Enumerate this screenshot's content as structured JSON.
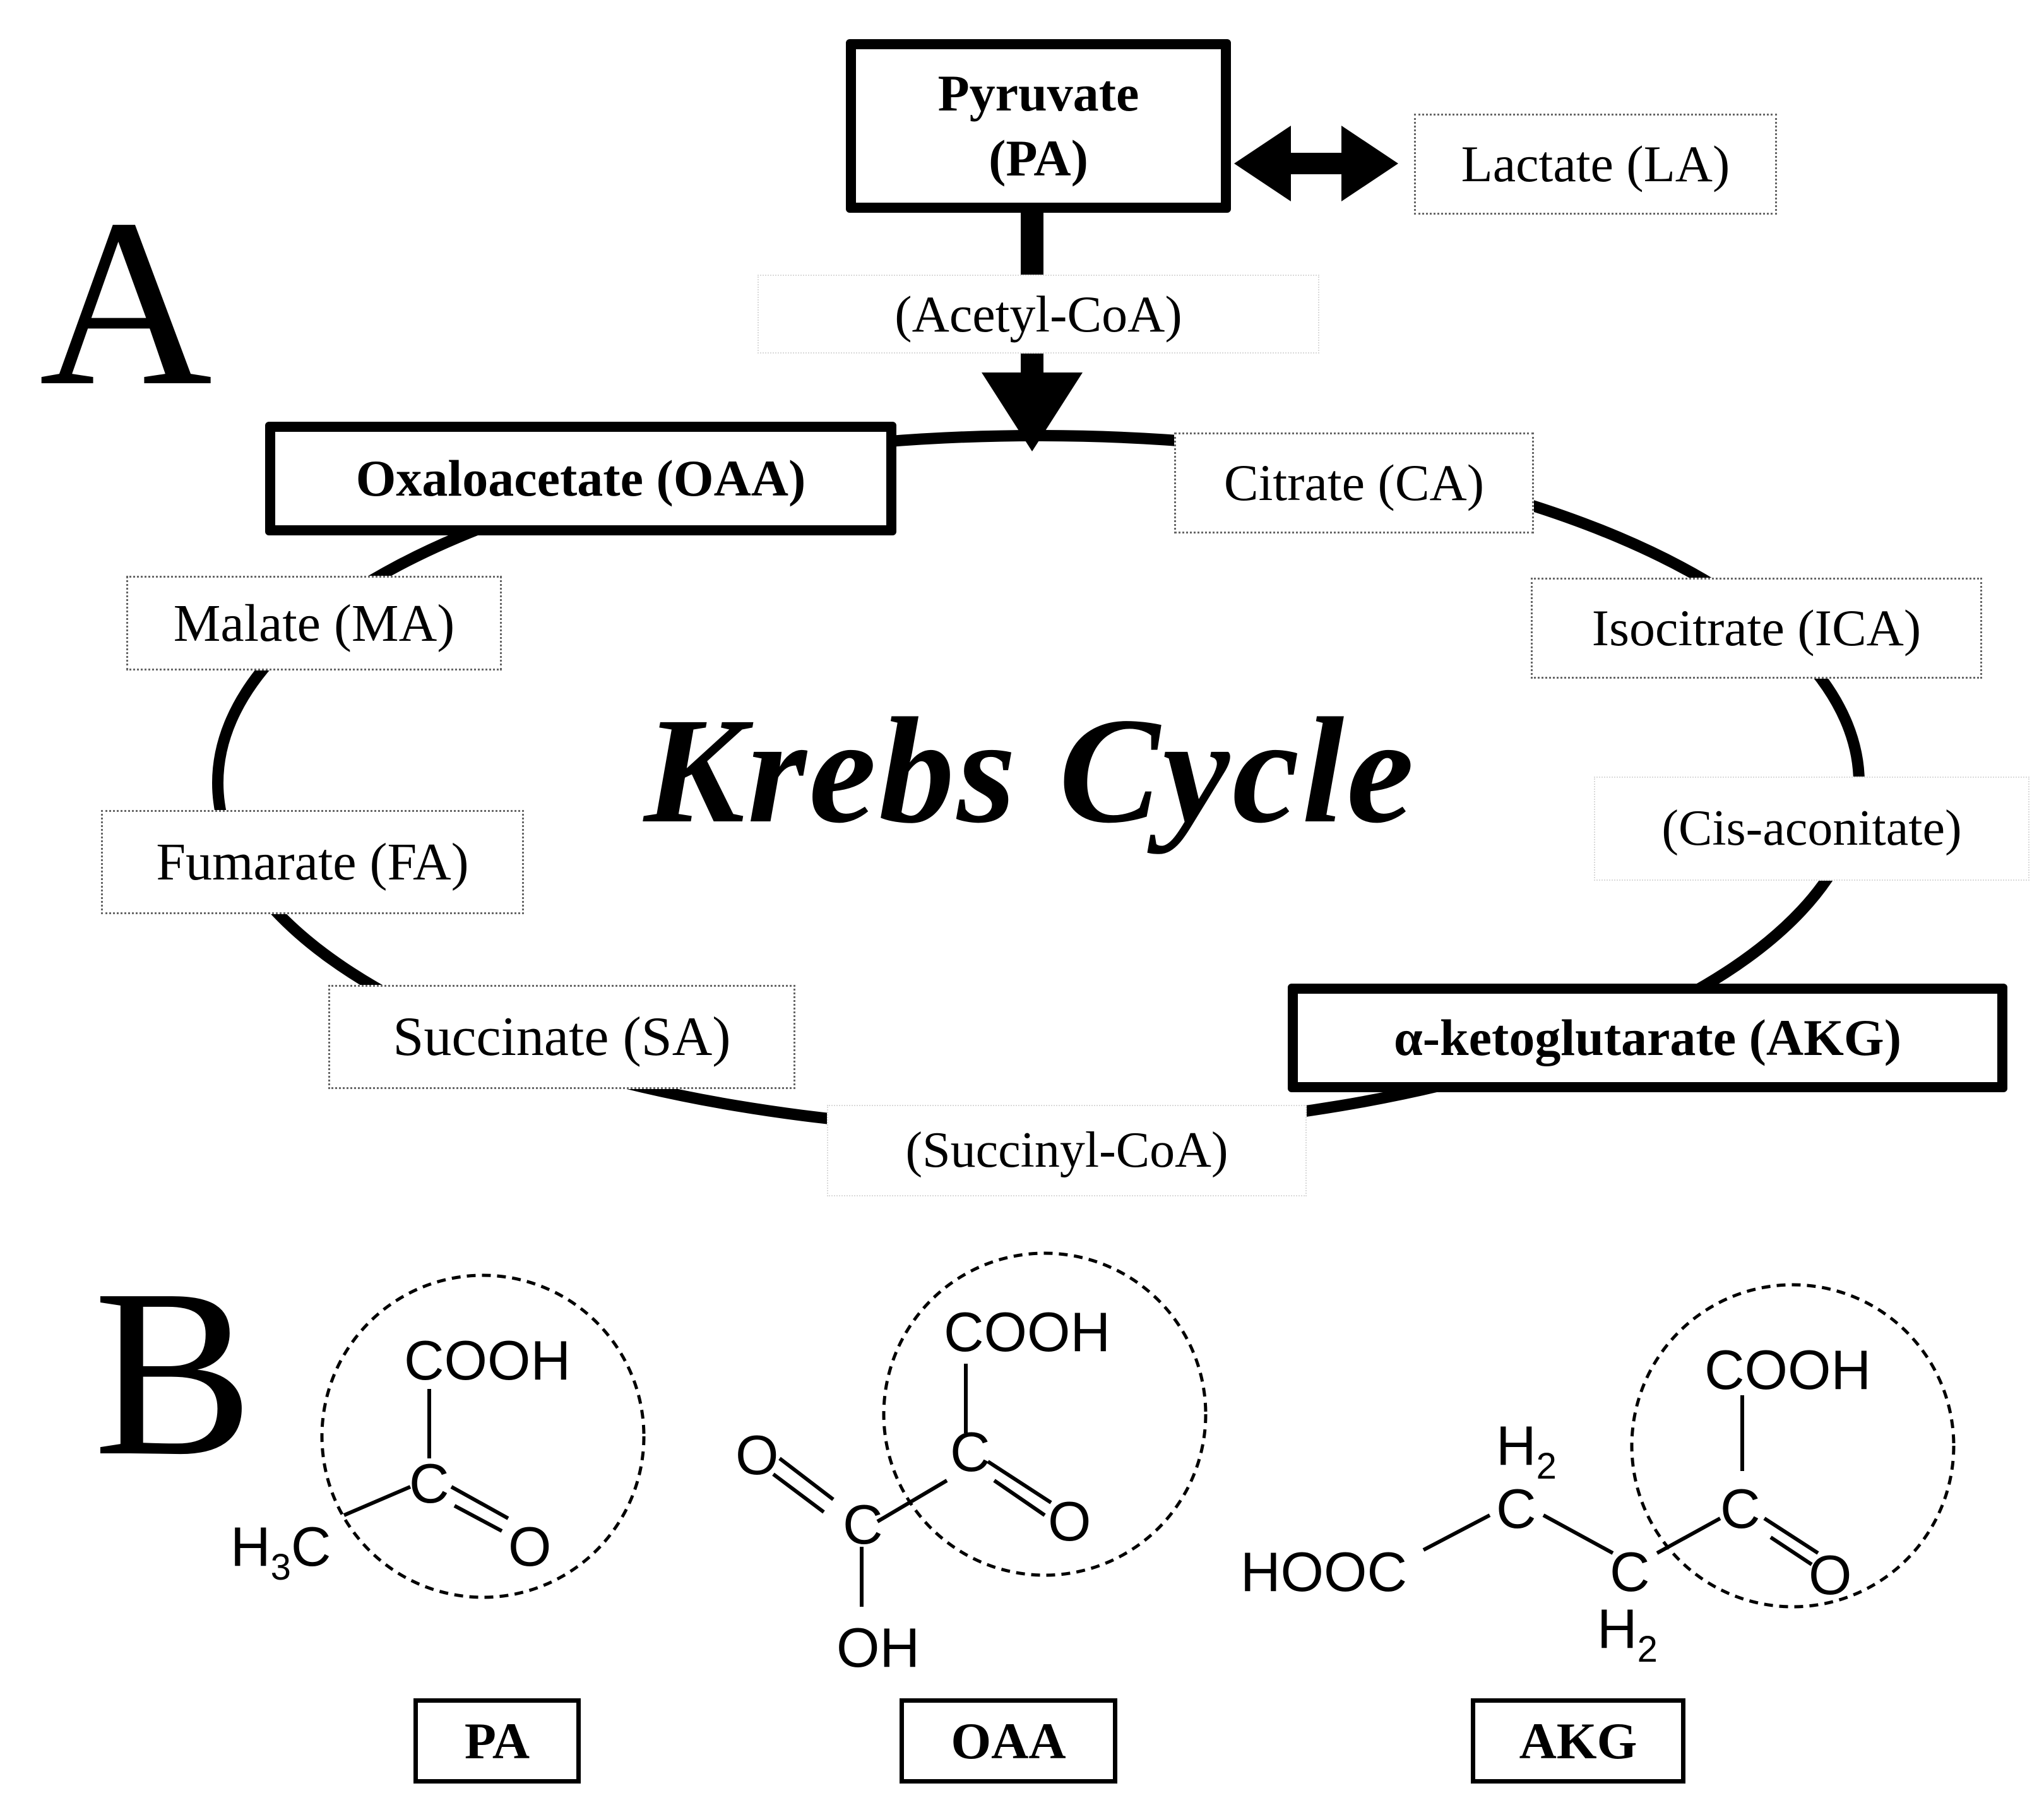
{
  "panel_a": {
    "letter": "A",
    "title": "Krebs Cycle",
    "pyruvate": {
      "line1": "Pyruvate",
      "line2": "(PA)"
    },
    "lactate": "Lactate (LA)",
    "acetyl_coa": "(Acetyl-CoA)",
    "metabolites": {
      "oxaloacetate": "Oxaloacetate (OAA)",
      "citrate": "Citrate (CA)",
      "isocitrate": "Isocitrate (ICA)",
      "cis_aconitate": "(Cis-aconitate)",
      "akg": "α-ketoglutarate (AKG)",
      "succinyl_coa": "(Succinyl-CoA)",
      "succinate": "Succinate (SA)",
      "fumarate": "Fumarate (FA)",
      "malate": "Malate (MA)"
    }
  },
  "panel_b": {
    "letter": "B",
    "molecules": {
      "pa": {
        "label": "PA",
        "cooh": "COOH",
        "c": "C",
        "o": "O",
        "h3c_h": "H",
        "h3c_sub": "3",
        "h3c_c": "C"
      },
      "oaa": {
        "label": "OAA",
        "cooh": "COOH",
        "c_top": "C",
        "o_right": "O",
        "o_left": "O",
        "c_bottom": "C",
        "oh": "OH"
      },
      "akg": {
        "label": "AKG",
        "cooh": "COOH",
        "hooc": "HOOC",
        "c1": "C",
        "h2_top": "H",
        "h2_top_sub": "2",
        "c2": "C",
        "h2_bottom": "H",
        "h2_bottom_sub": "2",
        "c3": "C",
        "o": "O"
      }
    }
  }
}
